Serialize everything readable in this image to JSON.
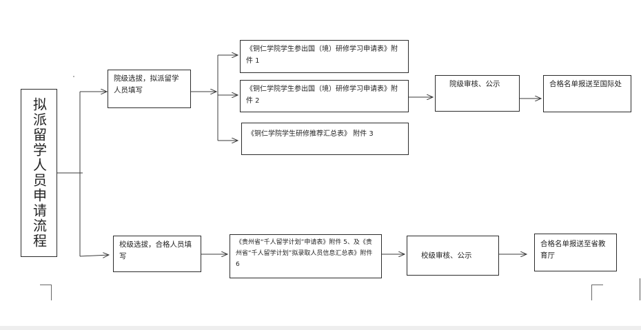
{
  "title": "拟派留学人员申请流程",
  "college_branch": {
    "step1": "院级选拔，拟派留学人员填写",
    "forms": [
      "《铜仁学院学生参出国（境）研修学习申请表》附件 1",
      "《铜仁学院学生参出国（境）研修学习申请表》附件 2",
      "《铜仁学院学生研修推荐汇总表》 附件 3"
    ],
    "review": "院级审核、公示",
    "submit": "合格名单报送至国际处"
  },
  "school_branch": {
    "step1": "校级选拔，合格人员填写",
    "forms": "《贵州省“千人留学计划”申请表》附件 5、及《贵州省“千人留学计划”拟录取人员信息汇总表》附件 6",
    "review": "校级审核、公示",
    "submit": "合格名单报送至省教育厅"
  },
  "colors": {
    "border": "#2a2a2a",
    "line": "#3a3a3a",
    "text": "#222222"
  }
}
